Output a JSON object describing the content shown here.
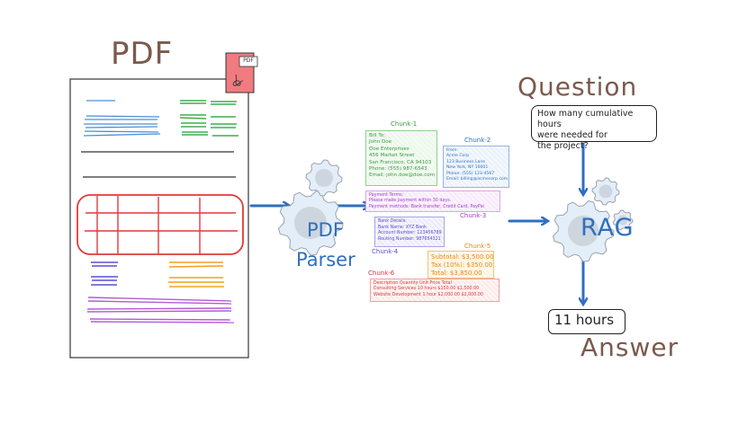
{
  "labels": {
    "pdf_title": "PDF",
    "pdf_badge": "PDF",
    "parser_line1": "PDF",
    "parser_line2": "Parser",
    "question_title": "Question",
    "rag": "RAG",
    "answer_title": "Answer"
  },
  "question": {
    "line1": "How many cumulative hours",
    "line2": "were needed for",
    "line3": "the project?"
  },
  "answer": {
    "text": "11 hours"
  },
  "chunks": [
    {
      "label": "Chunk-1",
      "lines": [
        "Bill To:",
        "John Doe",
        "Doe Enterprises",
        "456 Market Street",
        "San Francisco, CA 94103",
        "Phone: (555) 987-6543",
        "Email: john.doe@doe.com"
      ],
      "color": "#3c9a3c"
    },
    {
      "label": "Chunk-2",
      "lines": [
        "From:",
        "Acme Corp",
        "123 Business Lane",
        "New York, NY 10001",
        "Phone: (555) 123-4567",
        "Email: billing@acmecorp.com"
      ],
      "color": "#2f6fc0"
    },
    {
      "label": "Chunk-3",
      "lines": [
        "Payment Terms:",
        "Please make payment within 30 days.",
        "Payment methods: Bank transfer, Credit Card, PayPal"
      ],
      "color": "#a33fc4"
    },
    {
      "label": "Chunk-4",
      "lines": [
        "Bank Details:",
        "Bank Name: XYZ Bank",
        "Account Number: 123456789",
        "Routing Number: 987654321"
      ],
      "color": "#5b4bd0"
    },
    {
      "label": "Chunk-5",
      "lines": [
        "Subtotal: $3,500.00",
        "Tax (10%): $350.00",
        "Total: $3,850.00"
      ],
      "color": "#e08a12"
    },
    {
      "label": "Chunk-6",
      "lines": [
        "Description Quantity Unit Price Total",
        "Consulting Services 10 hours $150.00 $1,500.00",
        "Website Development 1 hour $2,000.00 $2,000.00"
      ],
      "color": "#d23c3c"
    }
  ],
  "colors": {
    "title_brown": "#7b5a4d",
    "arrow_blue": "#2f6fc0",
    "gear_fill": "#e4eef9",
    "gear_stroke": "#9aa3ad",
    "pdf_icon_red": "#f07b80",
    "table_red": "#e03a3a"
  }
}
